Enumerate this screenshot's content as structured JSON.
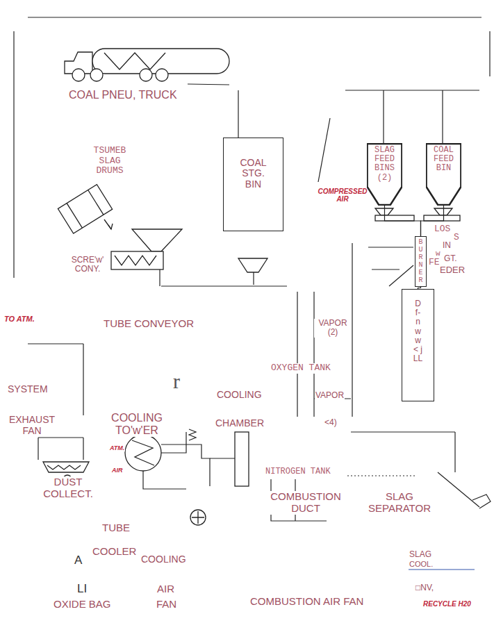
{
  "diagram": {
    "nodes": [
      {
        "text": [
          "COAL STG. BIN"
        ]
      },
      {
        "text": [
          "SLAG FEED BINS (2)"
        ]
      },
      {
        "text": [
          "COAL FEED BIN"
        ]
      },
      {
        "text": [
          "BURNER"
        ]
      },
      {
        "text": [
          "D f- n w w < j LL"
        ]
      }
    ],
    "edges": [
      {
        "from": 1,
        "to": 3,
        "arrow": "none"
      },
      {
        "from": 2,
        "to": 3,
        "arrow": "none"
      },
      {
        "from": 3,
        "to": 4,
        "arrow": "none"
      }
    ],
    "labels": [
      "COAL PNEU, TRUCK",
      "TSUMEB SLAG DRUMS",
      "COMPRESSED AIR",
      "SCRE'w' CONY.",
      "LOS",
      "S",
      "IN",
      "w",
      "FE",
      "GT.",
      "EDER",
      "TO ATM.",
      "TUBE CONVEYOR",
      "VAPOR (2)",
      "OXYGEN TANK",
      "SYSTEM",
      "r",
      "COOLING",
      "VAPOR",
      "EXHAUST FAN",
      "COOLING TO'w'ER",
      "CHAMBER",
      "<4)",
      "ATM.",
      "AIR",
      "NITROGEN TANK",
      "DUST COLLECT.",
      "COMBUSTION DUCT",
      "SLAG SEPARATOR",
      "TUBE",
      "COOLER",
      "A",
      "COOLING",
      "SLAG",
      "COOL.",
      "LI",
      "AIR",
      "□NV,",
      "OXIDE BAG",
      "FAN",
      "COMBUSTION AIR FAN",
      "RECYCLE H20"
    ]
  }
}
